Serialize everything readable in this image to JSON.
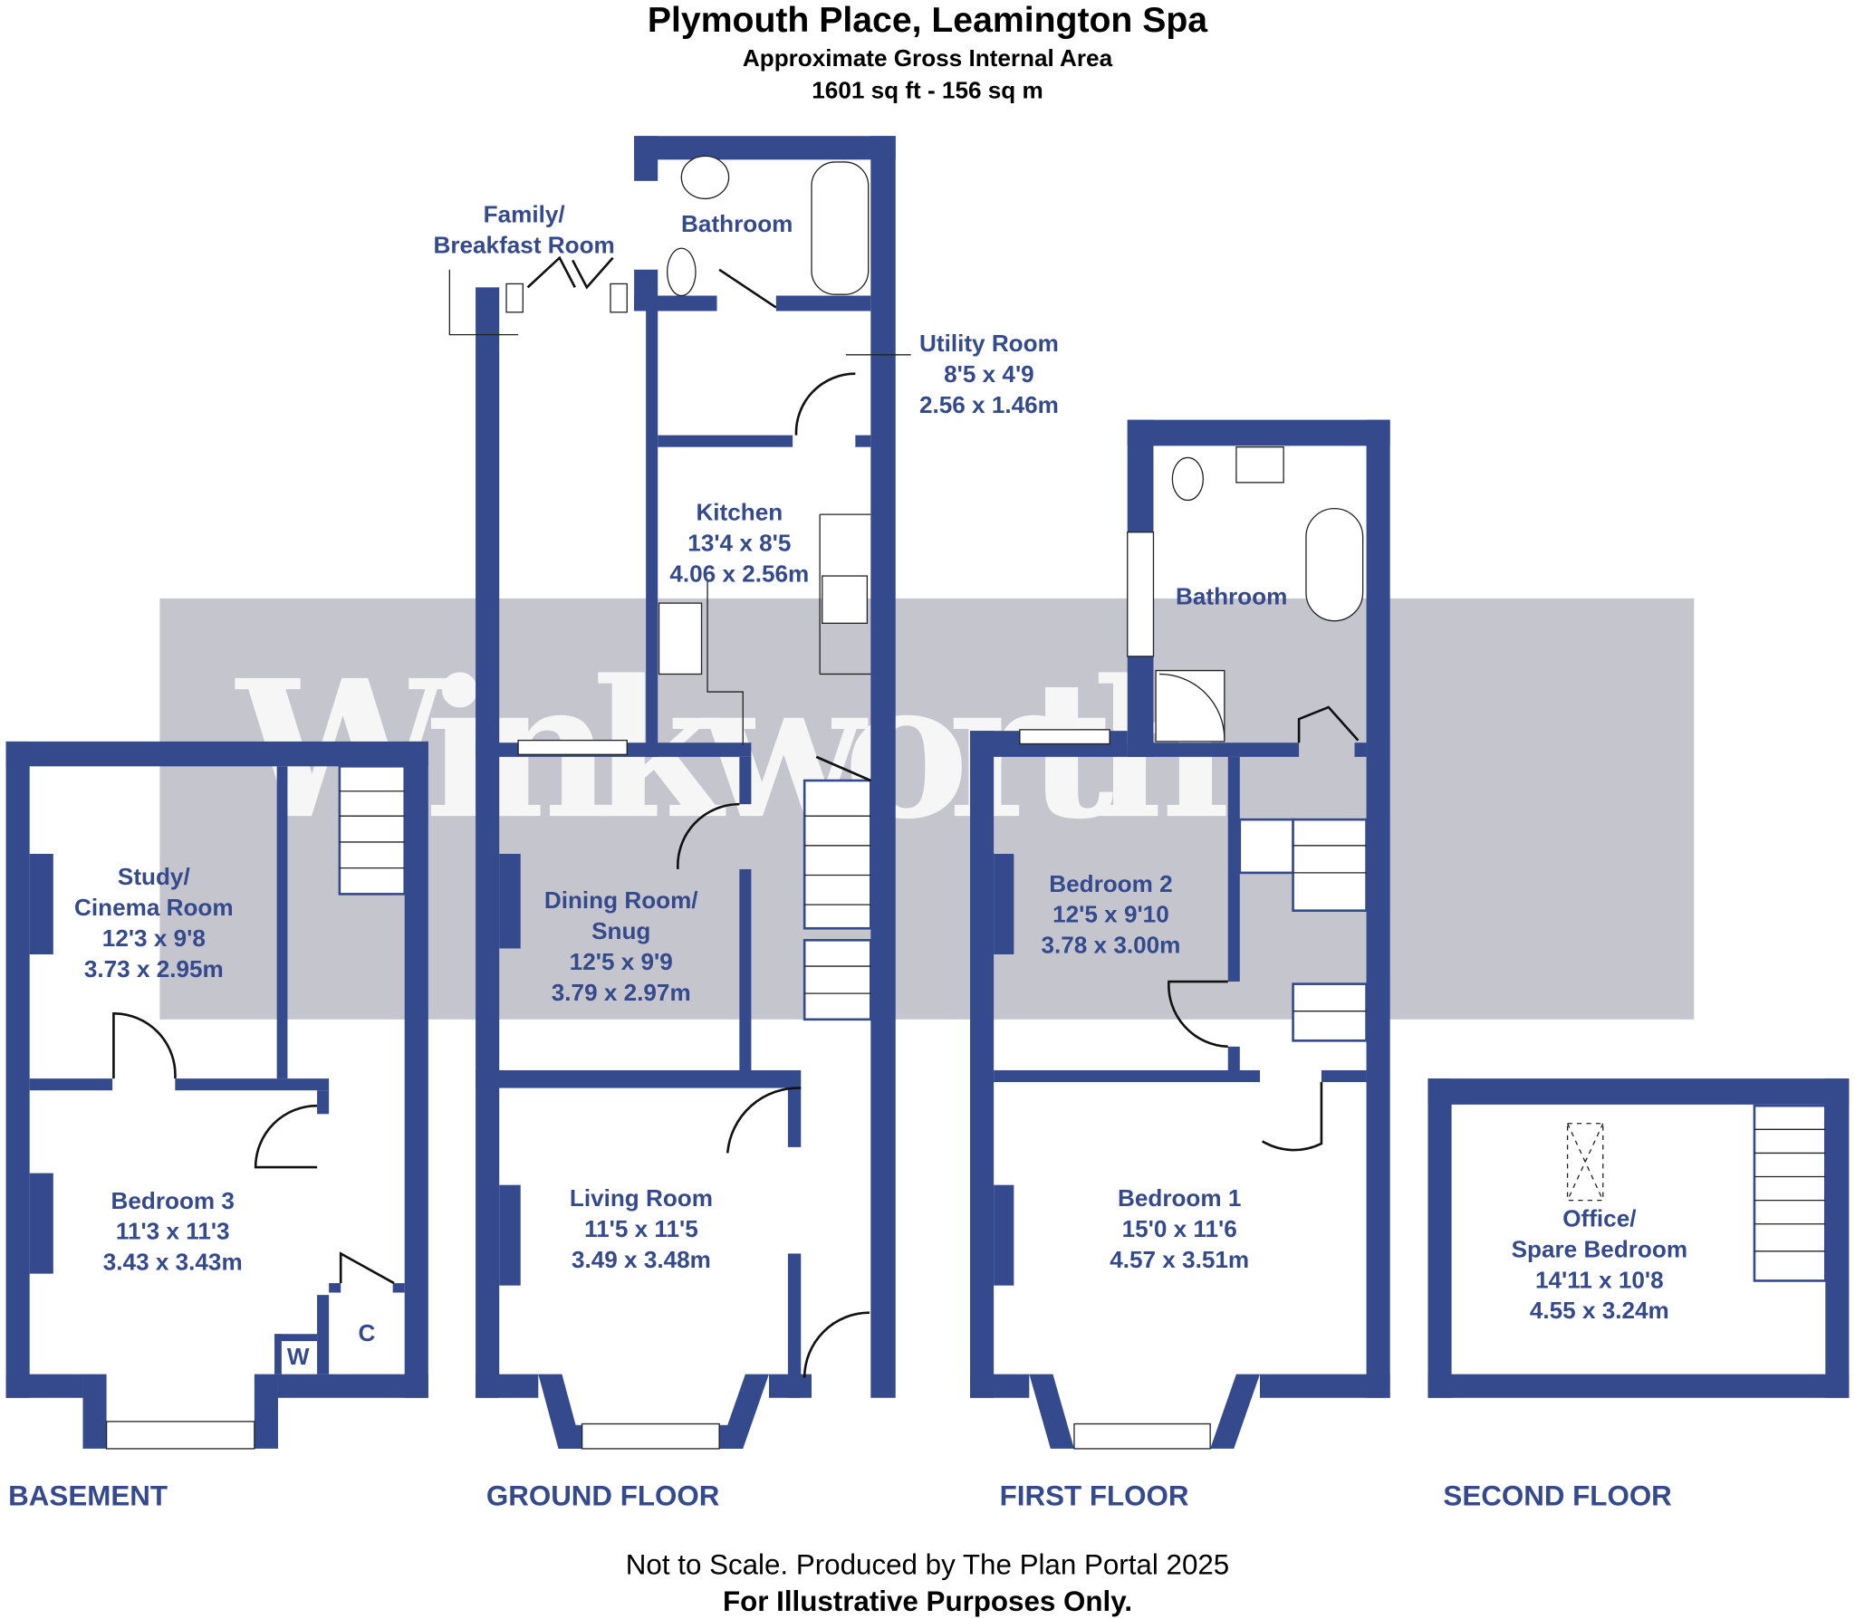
{
  "header": {
    "title": "Plymouth Place, Leamington Spa",
    "subtitle": "Approximate Gross Internal Area",
    "area": "1601 sq ft - 156 sq m"
  },
  "watermark": "Winkworth",
  "floors": {
    "basement": "BASEMENT",
    "ground": "GROUND FLOOR",
    "first": "FIRST FLOOR",
    "second": "SECOND FLOOR"
  },
  "rooms": {
    "study": {
      "l1": "Study/",
      "l2": "Cinema Room",
      "imp": "12'3 x 9'8",
      "met": "3.73 x 2.95m"
    },
    "bedroom3": {
      "l1": "Bedroom 3",
      "imp": "11'3 x 11'3",
      "met": "3.43 x 3.43m"
    },
    "wc": "W",
    "cupboard": "C",
    "family": {
      "l1": "Family/",
      "l2": "Breakfast Room"
    },
    "bathroom_ground": "Bathroom",
    "utility": {
      "l1": "Utility Room",
      "imp": "8'5 x 4'9",
      "met": "2.56 x 1.46m"
    },
    "kitchen": {
      "l1": "Kitchen",
      "imp": "13'4 x 8'5",
      "met": "4.06 x 2.56m"
    },
    "dining": {
      "l1": "Dining Room/",
      "l2": "Snug",
      "imp": "12'5 x 9'9",
      "met": "3.79 x 2.97m"
    },
    "living": {
      "l1": "Living Room",
      "imp": "11'5 x 11'5",
      "met": "3.49 x 3.48m"
    },
    "bathroom_first": "Bathroom",
    "bedroom2": {
      "l1": "Bedroom 2",
      "imp": "12'5 x 9'10",
      "met": "3.78 x 3.00m"
    },
    "bedroom1": {
      "l1": "Bedroom 1",
      "imp": "15'0 x 11'6",
      "met": "4.57 x 3.51m"
    },
    "office": {
      "l1": "Office/",
      "l2": "Spare Bedroom",
      "imp": "14'11 x 10'8",
      "met": "4.55 x 3.24m"
    }
  },
  "footer": {
    "line1": "Not to Scale. Produced by The Plan Portal 2025",
    "line2": "For Illustrative Purposes Only."
  },
  "colors": {
    "wall": "#354a8c",
    "watermark_band": "#c5c5cd"
  }
}
